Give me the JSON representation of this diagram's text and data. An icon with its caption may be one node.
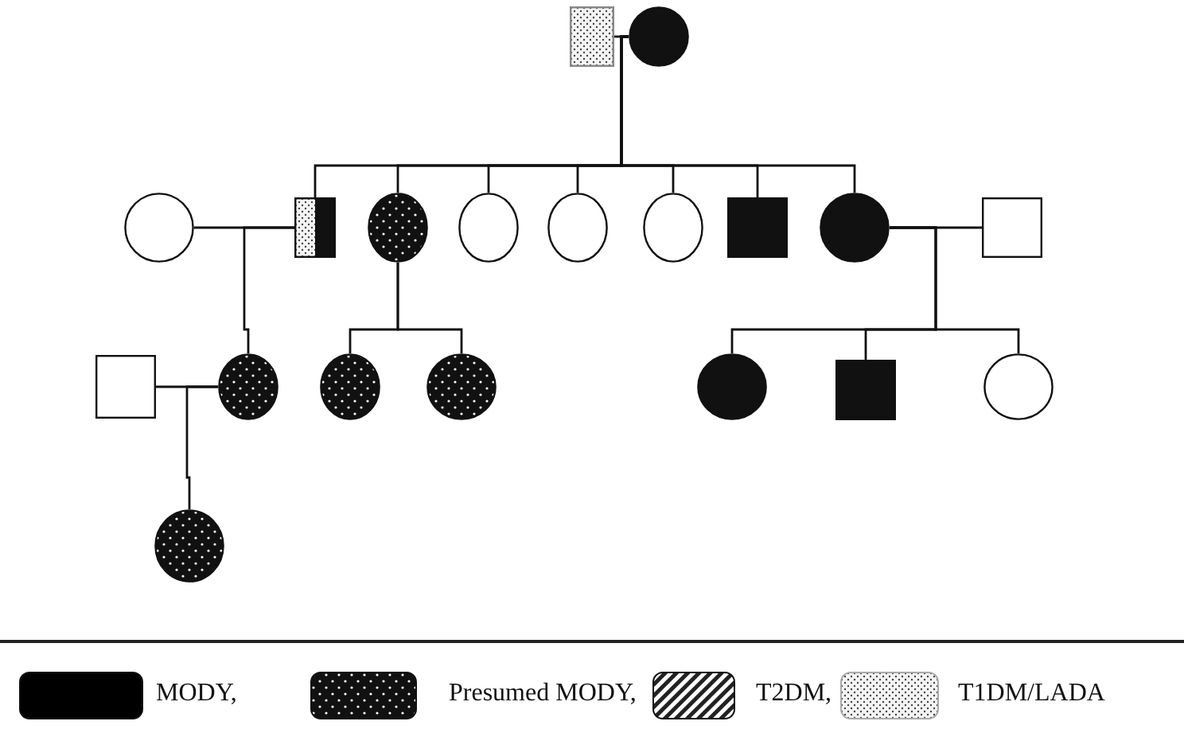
{
  "diagram": {
    "nodes": [
      {
        "text": [],
        "shape": "box"
      },
      {
        "text": [],
        "shape": "circle"
      },
      {
        "text": [],
        "shape": "circle"
      },
      {
        "text": [],
        "shape": "box"
      },
      {
        "text": [],
        "shape": "circle"
      },
      {
        "text": [],
        "shape": "circle"
      },
      {
        "text": [],
        "shape": "circle"
      },
      {
        "text": [],
        "shape": "circle"
      },
      {
        "text": [],
        "shape": "box"
      },
      {
        "text": [],
        "shape": "circle"
      },
      {
        "text": [],
        "shape": "box"
      },
      {
        "text": [],
        "shape": "box"
      },
      {
        "text": [],
        "shape": "circle"
      },
      {
        "text": [],
        "shape": "circle"
      },
      {
        "text": [],
        "shape": "circle"
      },
      {
        "text": [],
        "shape": "circle"
      },
      {
        "text": [],
        "shape": "box"
      },
      {
        "text": [],
        "shape": "circle"
      },
      {
        "text": [],
        "shape": "circle"
      }
    ],
    "edges": [
      {
        "from": 0,
        "to": 1,
        "arrow": "none"
      },
      {
        "from": 1,
        "to": 3,
        "arrow": "none"
      },
      {
        "from": 1,
        "to": 4,
        "arrow": "none"
      },
      {
        "from": 1,
        "to": 5,
        "arrow": "none"
      },
      {
        "from": 1,
        "to": 6,
        "arrow": "none"
      },
      {
        "from": 1,
        "to": 7,
        "arrow": "none"
      },
      {
        "from": 1,
        "to": 8,
        "arrow": "none"
      },
      {
        "from": 1,
        "to": 9,
        "arrow": "none"
      },
      {
        "from": 2,
        "to": 3,
        "arrow": "none"
      },
      {
        "from": 9,
        "to": 10,
        "arrow": "none"
      },
      {
        "from": 3,
        "to": 12,
        "arrow": "none"
      },
      {
        "from": 4,
        "to": 13,
        "arrow": "none"
      },
      {
        "from": 4,
        "to": 14,
        "arrow": "none"
      },
      {
        "from": 9,
        "to": 15,
        "arrow": "none"
      },
      {
        "from": 9,
        "to": 16,
        "arrow": "none"
      },
      {
        "from": 9,
        "to": 17,
        "arrow": "none"
      },
      {
        "from": 11,
        "to": 12,
        "arrow": "none"
      },
      {
        "from": 12,
        "to": 18,
        "arrow": "none"
      }
    ],
    "legend": [
      {
        "text": "MODY,",
        "color": "#000000"
      },
      {
        "text": "Presumed MODY,"
      },
      {
        "text": "T2DM,"
      },
      {
        "text": "T1DM/LADA"
      }
    ]
  }
}
